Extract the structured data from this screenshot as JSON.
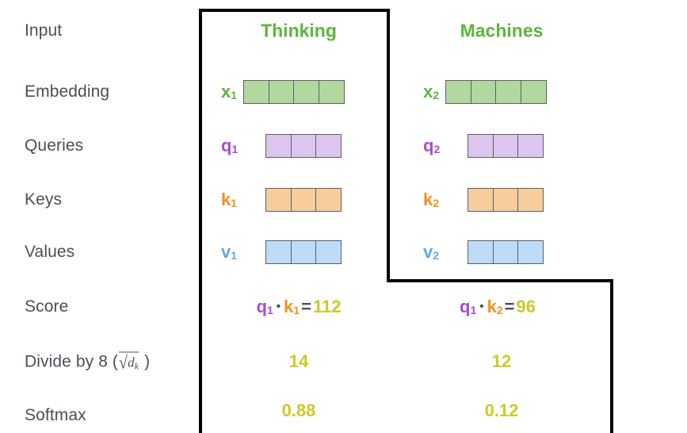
{
  "diagram": {
    "title_row_labels": [
      "Input",
      "Embedding",
      "Queries",
      "Keys",
      "Values",
      "Score",
      "Divide by 8 (",
      "Softmax"
    ],
    "divide_label_prefix": "Divide by 8 (",
    "divide_label_radical": "√",
    "divide_label_d": "d",
    "divide_label_k": "k",
    "divide_label_suffix": ")"
  },
  "colors": {
    "green_text": "#5cb63c",
    "green_fill": "#b2d8a0",
    "purple_text": "#a64dd4",
    "purple_fill": "#dcc6ef",
    "orange_text": "#f0921e",
    "orange_fill": "#f8cd9c",
    "blue_text": "#62a8e8",
    "blue_fill": "#bedcf8",
    "yellow_text": "#cdc92a",
    "label_gray": "#4a4f58",
    "cell_border": "#5a5f66",
    "outline_black": "#000000"
  },
  "rows": {
    "input": "Input",
    "embedding": "Embedding",
    "queries": "Queries",
    "keys": "Keys",
    "values": "Values",
    "score": "Score",
    "divide": "Divide by 8 (",
    "softmax": "Softmax"
  },
  "columns": [
    {
      "id": "thinking",
      "title": "Thinking",
      "embedding": {
        "symbol": "x",
        "subscript": "1",
        "cells": 4
      },
      "query": {
        "symbol": "q",
        "subscript": "1",
        "cells": 3
      },
      "key": {
        "symbol": "k",
        "subscript": "1",
        "cells": 3
      },
      "value": {
        "symbol": "v",
        "subscript": "1",
        "cells": 3
      },
      "score": {
        "left_symbol": "q",
        "left_sub": "1",
        "operator": "•",
        "right_symbol": "k",
        "right_sub": "1",
        "equals": "=",
        "result": "112"
      },
      "divided": "14",
      "softmax": "0.88"
    },
    {
      "id": "machines",
      "title": "Machines",
      "embedding": {
        "symbol": "x",
        "subscript": "2",
        "cells": 4
      },
      "query": {
        "symbol": "q",
        "subscript": "2",
        "cells": 3
      },
      "key": {
        "symbol": "k",
        "subscript": "2",
        "cells": 3
      },
      "value": {
        "symbol": "v",
        "subscript": "2",
        "cells": 3
      },
      "score": {
        "left_symbol": "q",
        "left_sub": "1",
        "operator": "•",
        "right_symbol": "k",
        "right_sub": "2",
        "equals": "=",
        "result": "96"
      },
      "divided": "12",
      "softmax": "0.12"
    }
  ]
}
